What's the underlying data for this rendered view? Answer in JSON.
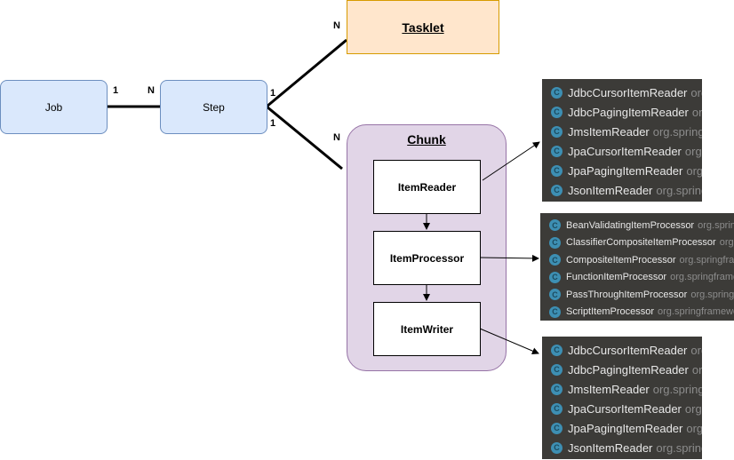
{
  "nodes": {
    "job": "Job",
    "step": "Step",
    "tasklet": "Tasklet",
    "chunk": "Chunk",
    "item_reader": "ItemReader",
    "item_processor": "ItemProcessor",
    "item_writer": "ItemWriter"
  },
  "multiplicities": {
    "job_step_1": "1",
    "job_step_n": "N",
    "step_tasklet_1": "1",
    "step_chunk_1": "1",
    "tasklet_n": "N",
    "chunk_n": "N"
  },
  "colors": {
    "blue_fill": "#dae8fc",
    "blue_stroke": "#6c8ebf",
    "tasklet_fill": "#ffe6cc",
    "tasklet_stroke": "#d79b00",
    "chunk_fill": "#e1d5e7",
    "chunk_stroke": "#9673a6",
    "panel_bg": "#3c3b38"
  },
  "reader_list": [
    {
      "name": "JdbcCursorItemReader",
      "pkg": "org.springframework"
    },
    {
      "name": "JdbcPagingItemReader",
      "pkg": "org.springframework"
    },
    {
      "name": "JmsItemReader",
      "pkg": "org.springframework"
    },
    {
      "name": "JpaCursorItemReader",
      "pkg": "org.springframework"
    },
    {
      "name": "JpaPagingItemReader",
      "pkg": "org.springframework"
    },
    {
      "name": "JsonItemReader",
      "pkg": "org.springframework"
    }
  ],
  "processor_list": [
    {
      "name": "BeanValidatingItemProcessor",
      "pkg": "org.springframework"
    },
    {
      "name": "ClassifierCompositeItemProcessor",
      "pkg": "org.springframework"
    },
    {
      "name": "CompositeItemProcessor",
      "pkg": "org.springframework"
    },
    {
      "name": "FunctionItemProcessor",
      "pkg": "org.springframework"
    },
    {
      "name": "PassThroughItemProcessor",
      "pkg": "org.springframework"
    },
    {
      "name": "ScriptItemProcessor",
      "pkg": "org.springframework"
    }
  ],
  "writer_list": [
    {
      "name": "JdbcCursorItemReader",
      "pkg": "org.springframework"
    },
    {
      "name": "JdbcPagingItemReader",
      "pkg": "org.springframework"
    },
    {
      "name": "JmsItemReader",
      "pkg": "org.springframework"
    },
    {
      "name": "JpaCursorItemReader",
      "pkg": "org.springframework"
    },
    {
      "name": "JpaPagingItemReader",
      "pkg": "org.springframework"
    },
    {
      "name": "JsonItemReader",
      "pkg": "org.springframework"
    }
  ],
  "class_icon": "C"
}
